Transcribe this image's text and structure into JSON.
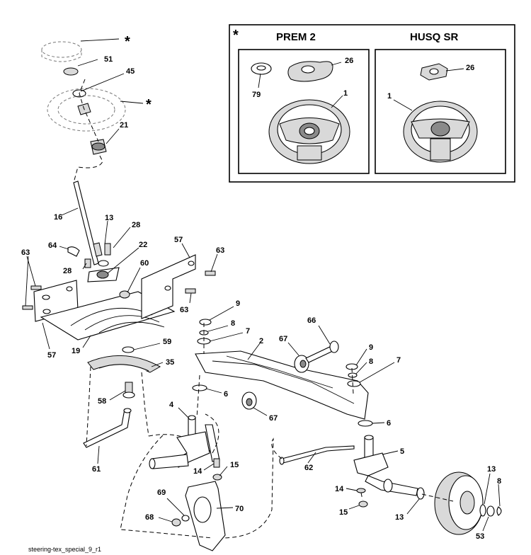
{
  "diagram": {
    "caption": "steering-tex_special_9_r1",
    "inset": {
      "star": "*",
      "variant_1": "PREM 2",
      "variant_2": "HUSQ SR"
    },
    "labels": {
      "star_top": "*",
      "star_wheel": "*",
      "p51": "51",
      "p45": "45",
      "p21": "21",
      "p16": "16",
      "p13a": "13",
      "p28a": "28",
      "p64": "64",
      "p28b": "28",
      "p22": "22",
      "p57a": "57",
      "p63a": "63",
      "p63b": "63",
      "p60": "60",
      "p63c": "63",
      "p57b": "57",
      "p19": "19",
      "p59": "59",
      "p35": "35",
      "p58": "58",
      "p61": "61",
      "p9a": "9",
      "p8a": "8",
      "p7a": "7",
      "p66": "66",
      "p2": "2",
      "p67a": "67",
      "p9b": "9",
      "p8b": "8",
      "p7b": "7",
      "p6a": "6",
      "p4": "4",
      "p67b": "67",
      "p6b": "6",
      "p5": "5",
      "p62": "62",
      "p14a": "14",
      "p15a": "15",
      "p69": "69",
      "p68": "68",
      "p70": "70",
      "p14b": "14",
      "p15b": "15",
      "p13b": "13",
      "p13c": "13",
      "p8c": "8",
      "p53": "53",
      "p26a": "26",
      "p79": "79",
      "p1a": "1",
      "p26b": "26",
      "p1b": "1"
    }
  }
}
